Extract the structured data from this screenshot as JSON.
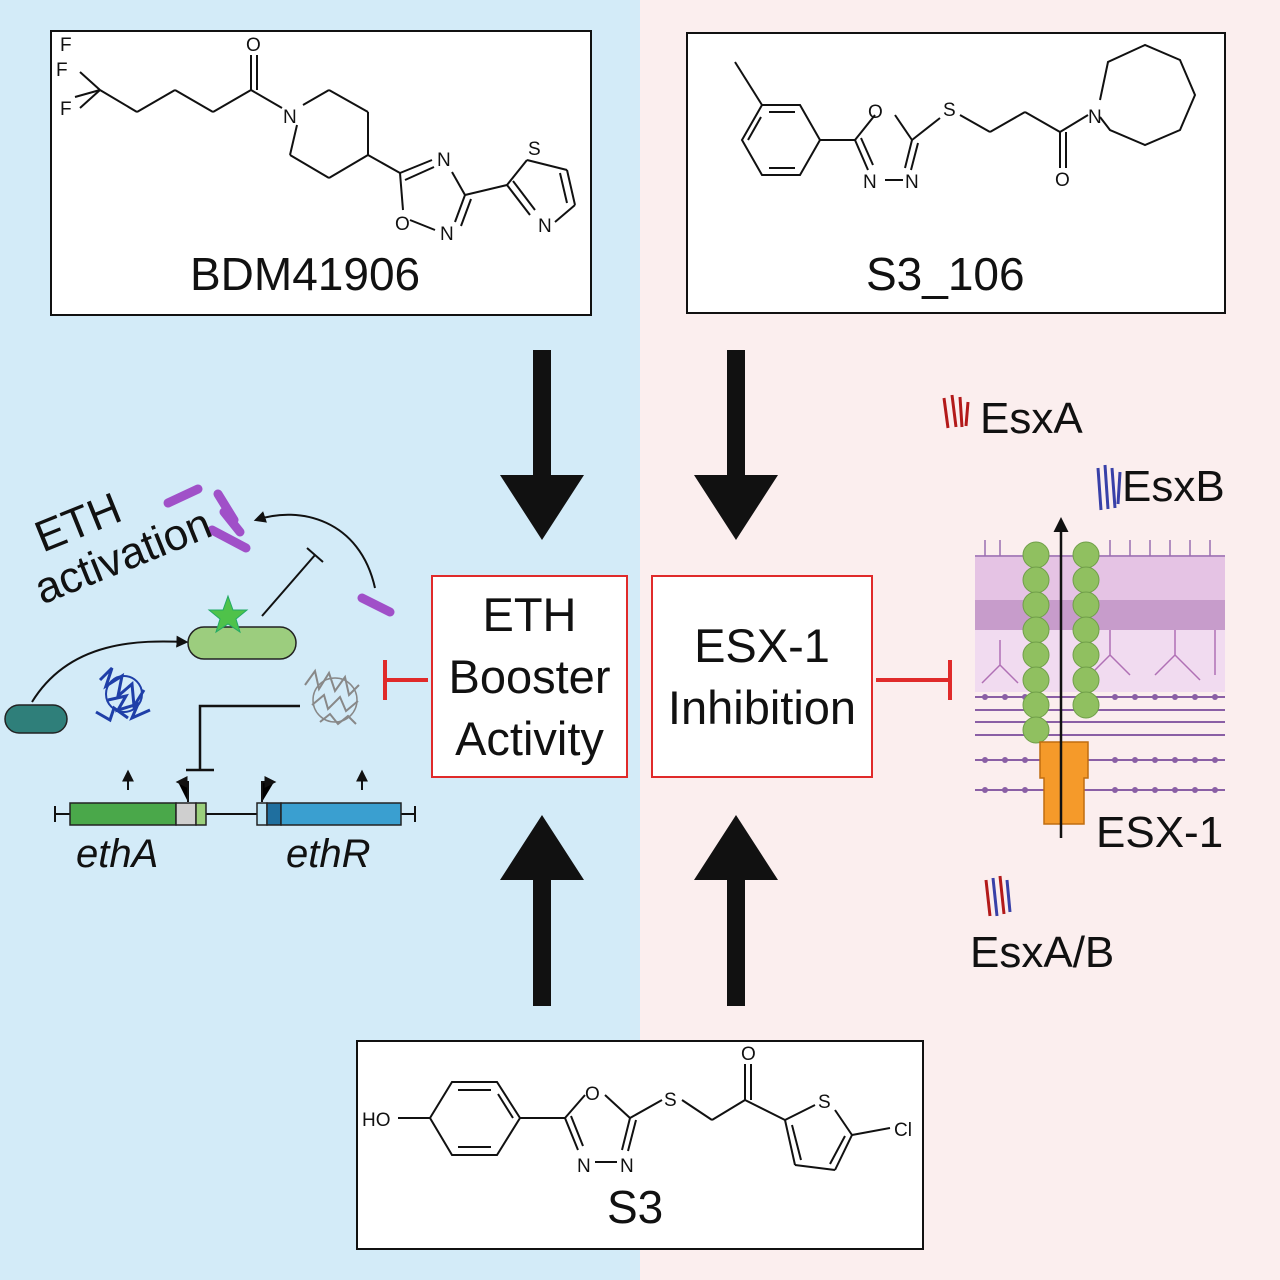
{
  "compounds": {
    "bdm": {
      "name": "BDM41906",
      "atoms": {
        "f1": "F",
        "f2": "F",
        "f3": "F",
        "o": "O",
        "n": "N",
        "ox_n1": "N",
        "ox_o": "O",
        "ox_n2": "N",
        "s": "S",
        "thz_n": "N"
      }
    },
    "s3_106": {
      "name": "S3_106",
      "atoms": {
        "ox_o": "O",
        "s": "S",
        "n1": "N",
        "n2": "N",
        "o": "O",
        "n": "N"
      }
    },
    "s3": {
      "name": "S3",
      "atoms": {
        "ho": "HO",
        "ox_o": "O",
        "s": "S",
        "o": "O",
        "thio_s": "S",
        "n1": "N",
        "n2": "N",
        "cl": "Cl"
      }
    }
  },
  "boxes": {
    "eth_booster": [
      "ETH",
      "Booster",
      "Activity"
    ],
    "esx_inhibition": [
      "ESX-1",
      "Inhibition"
    ]
  },
  "left_panel": {
    "eth_activation": [
      "ETH",
      "activation"
    ],
    "genes": {
      "etha": "ethA",
      "ethr": "ethR"
    }
  },
  "right_panel": {
    "esxa": "EsxA",
    "esxb": "EsxB",
    "esx1": "ESX-1",
    "esxab": "EsxA/B"
  },
  "colors": {
    "left_background": "#d3ebf8",
    "right_background": "#fbeeee",
    "inhibition_red": "#e02a2a",
    "etha_gene": "#4aa84a",
    "ethr_gene": "#3a9fd0",
    "esx1_secretion_channel": "#f59a2a",
    "esx_protein_beads": "#90c060",
    "eth_molecule": "#a050c8",
    "membrane": "#e8c6e6"
  }
}
